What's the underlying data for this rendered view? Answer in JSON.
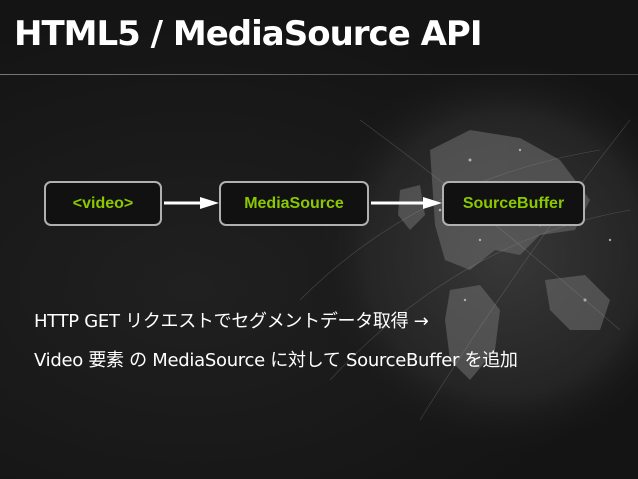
{
  "slide": {
    "title": "HTML5 / MediaSource API",
    "diagram": {
      "nodes": [
        "<video>",
        "MediaSource",
        "SourceBuffer"
      ],
      "node_color": "#8bc800",
      "arrow_color": "#ffffff"
    },
    "lines": [
      "HTTP GET リクエストでセグメントデータ取得 →",
      "Video 要素 の MediaSource に対して SourceBuffer を追加"
    ]
  }
}
